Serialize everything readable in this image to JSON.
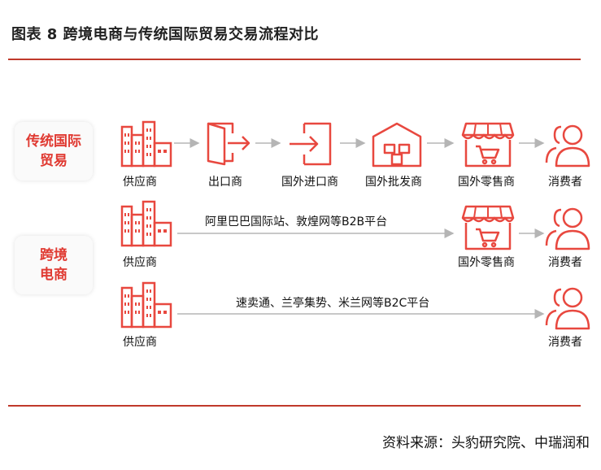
{
  "title": "图表 8  跨境电商与传统国际贸易交易流程对比",
  "source": "资料来源：头豹研究院、中瑞润和",
  "categories": {
    "traditional": {
      "line1": "传统国际",
      "line2": "贸易"
    },
    "crossborder": {
      "line1": "跨境",
      "line2": "电商"
    }
  },
  "row1": {
    "supplier": "供应商",
    "exporter": "出口商",
    "importer": "国外进口商",
    "wholesaler": "国外批发商",
    "retailer": "国外零售商",
    "consumer": "消费者"
  },
  "row2": {
    "supplier": "供应商",
    "platform": "阿里巴巴国际站、敦煌网等B2B平台",
    "retailer": "国外零售商",
    "consumer": "消费者"
  },
  "row3": {
    "supplier": "供应商",
    "platform": "速卖通、兰亭集势、米兰网等B2C平台",
    "consumer": "消费者"
  },
  "colors": {
    "accent": "#e8483f",
    "rule": "#c0392b",
    "arrow": "#b5b5b5"
  }
}
